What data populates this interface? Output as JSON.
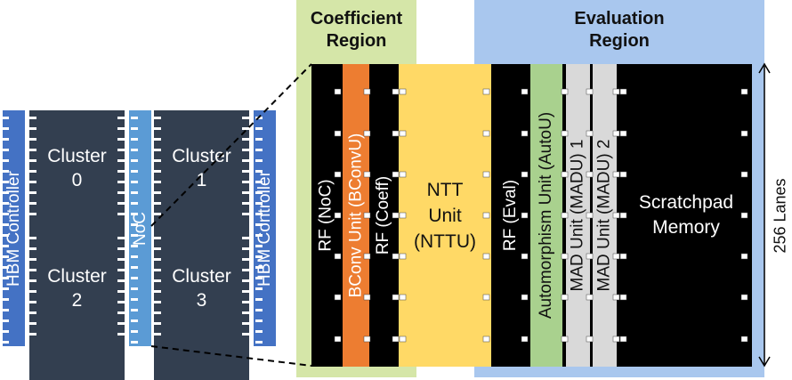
{
  "regions": {
    "coefficient": {
      "title_line1": "Coefficient",
      "title_line2": "Region",
      "color": "#d5e6a8"
    },
    "evaluation": {
      "title_line1": "Evaluation",
      "title_line2": "Region",
      "color": "#a9c7ee"
    }
  },
  "left": {
    "hbm_left": "HBM Controller",
    "hbm_right": "HBM Controller",
    "noc": "NoC",
    "clusters": [
      {
        "name": "Cluster",
        "id": "0"
      },
      {
        "name": "Cluster",
        "id": "1"
      },
      {
        "name": "Cluster",
        "id": "2"
      },
      {
        "name": "Cluster",
        "id": "3"
      }
    ]
  },
  "units": {
    "rf_noc": "RF (NoC)",
    "bconv": "BConv Unit (BConvU)",
    "rf_coeff": "RF (Coeff)",
    "ntt_line1": "NTT",
    "ntt_line2": "Unit",
    "ntt_line3": "(NTTU)",
    "rf_eval": "RF (Eval)",
    "autou": "Automorphism Unit (AutoU)",
    "madu1": "MAD Unit (MADU) 1",
    "madu2": "MAD Unit (MADU) 2",
    "scratch_line1": "Scratchpad",
    "scratch_line2": "Memory"
  },
  "lanes_label": "256 Lanes",
  "colors": {
    "cluster": "#333f50",
    "hbm": "#4472c4",
    "noc": "#5b9bd5",
    "bconv": "#ed7d31",
    "ntt": "#ffd966",
    "autou": "#a9d18e",
    "madu": "#d9d9d9"
  }
}
